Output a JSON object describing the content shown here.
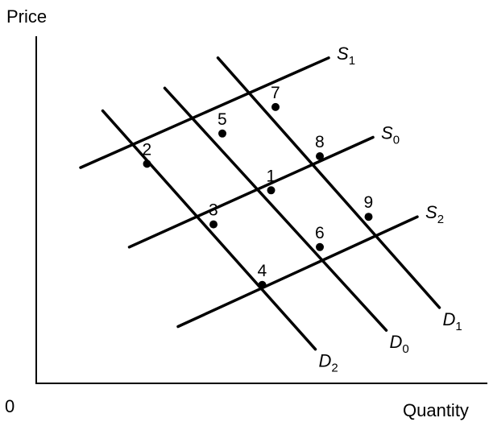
{
  "chart_data": {
    "type": "line",
    "title": "",
    "ylabel": "Price",
    "xlabel": "Quantity",
    "origin_label": "0",
    "grid": false,
    "legend": "none",
    "axis_color": "#000000",
    "line_color": "#000000",
    "series": [
      {
        "name": "S",
        "subscript": "1",
        "kind": "supply",
        "x": [
          1.0,
          6.6
        ],
        "y": [
          5.7,
          8.6
        ]
      },
      {
        "name": "S",
        "subscript": "0",
        "kind": "supply",
        "x": [
          2.1,
          7.6
        ],
        "y": [
          3.6,
          6.5
        ]
      },
      {
        "name": "S",
        "subscript": "2",
        "kind": "supply",
        "x": [
          3.2,
          8.6
        ],
        "y": [
          1.5,
          4.4
        ]
      },
      {
        "name": "D",
        "subscript": "1",
        "kind": "demand",
        "x": [
          4.1,
          9.1
        ],
        "y": [
          8.6,
          2.0
        ]
      },
      {
        "name": "D",
        "subscript": "0",
        "kind": "demand",
        "x": [
          2.9,
          7.9
        ],
        "y": [
          7.8,
          1.4
        ]
      },
      {
        "name": "D",
        "subscript": "2",
        "kind": "demand",
        "x": [
          1.5,
          6.3
        ],
        "y": [
          7.2,
          0.9
        ]
      }
    ],
    "points": [
      {
        "label": "1",
        "x": 5.3,
        "y": 5.1
      },
      {
        "label": "2",
        "x": 2.5,
        "y": 5.8
      },
      {
        "label": "3",
        "x": 4.0,
        "y": 4.2
      },
      {
        "label": "4",
        "x": 5.1,
        "y": 2.6
      },
      {
        "label": "5",
        "x": 4.2,
        "y": 6.6
      },
      {
        "label": "6",
        "x": 6.4,
        "y": 3.6
      },
      {
        "label": "7",
        "x": 5.4,
        "y": 7.3
      },
      {
        "label": "8",
        "x": 6.4,
        "y": 6.0
      },
      {
        "label": "9",
        "x": 7.5,
        "y": 4.4
      }
    ]
  }
}
